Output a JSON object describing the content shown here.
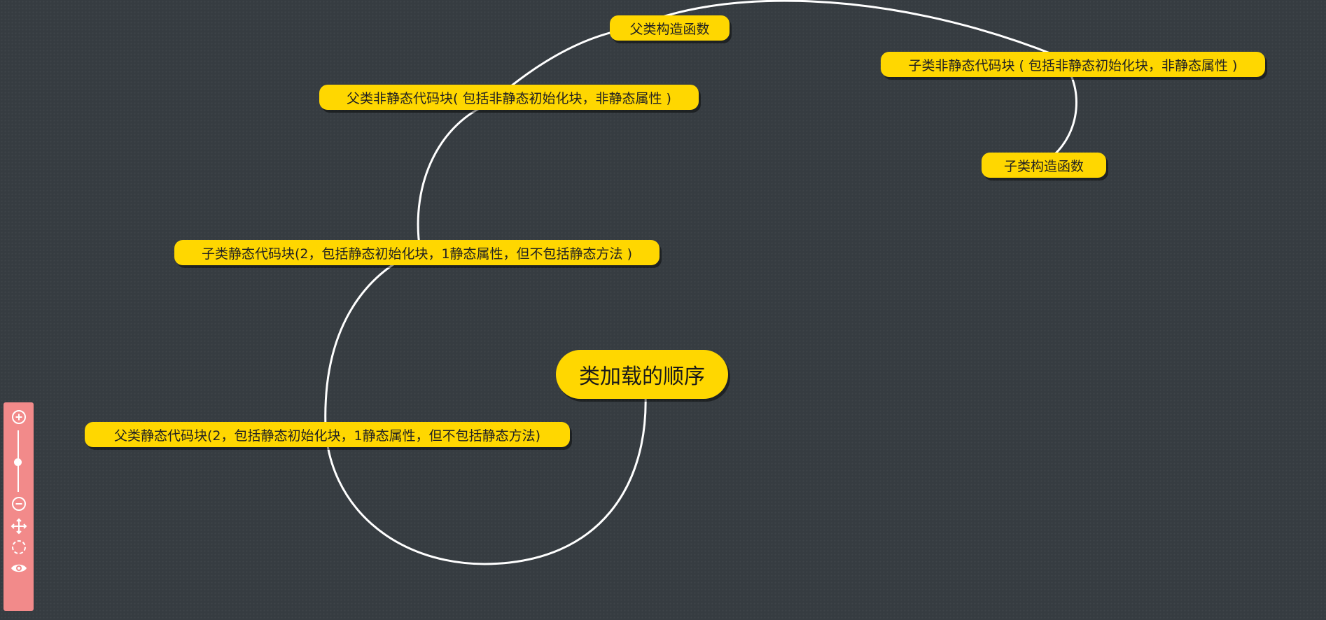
{
  "mindmap": {
    "root": {
      "label": "类加载的顺序"
    },
    "nodes": [
      {
        "id": "parent-static",
        "label": "父类静态代码块(2，包括静态初始化块，1静态属性，但不包括静态方法)"
      },
      {
        "id": "child-static",
        "label": "子类静态代码块(2，包括静态初始化块，1静态属性，但不包括静态方法 )"
      },
      {
        "id": "parent-nonstatic",
        "label": "父类非静态代码块( 包括非静态初始化块，非静态属性 )"
      },
      {
        "id": "parent-constructor",
        "label": "父类构造函数"
      },
      {
        "id": "child-nonstatic",
        "label": "子类非静态代码块 ( 包括非静态初始化块，非静态属性 )"
      },
      {
        "id": "child-constructor",
        "label": "子类构造函数"
      }
    ]
  },
  "colors": {
    "background": "#363c41",
    "node_fill": "#ffd700",
    "connector": "#ffffff",
    "toolbar": "#f28a8a"
  },
  "toolbar": {
    "zoom_level": 0.6,
    "icons": [
      "zoom-in-icon",
      "zoom-slider",
      "zoom-out-icon",
      "move-icon",
      "locate-icon",
      "preview-eye-icon"
    ]
  }
}
